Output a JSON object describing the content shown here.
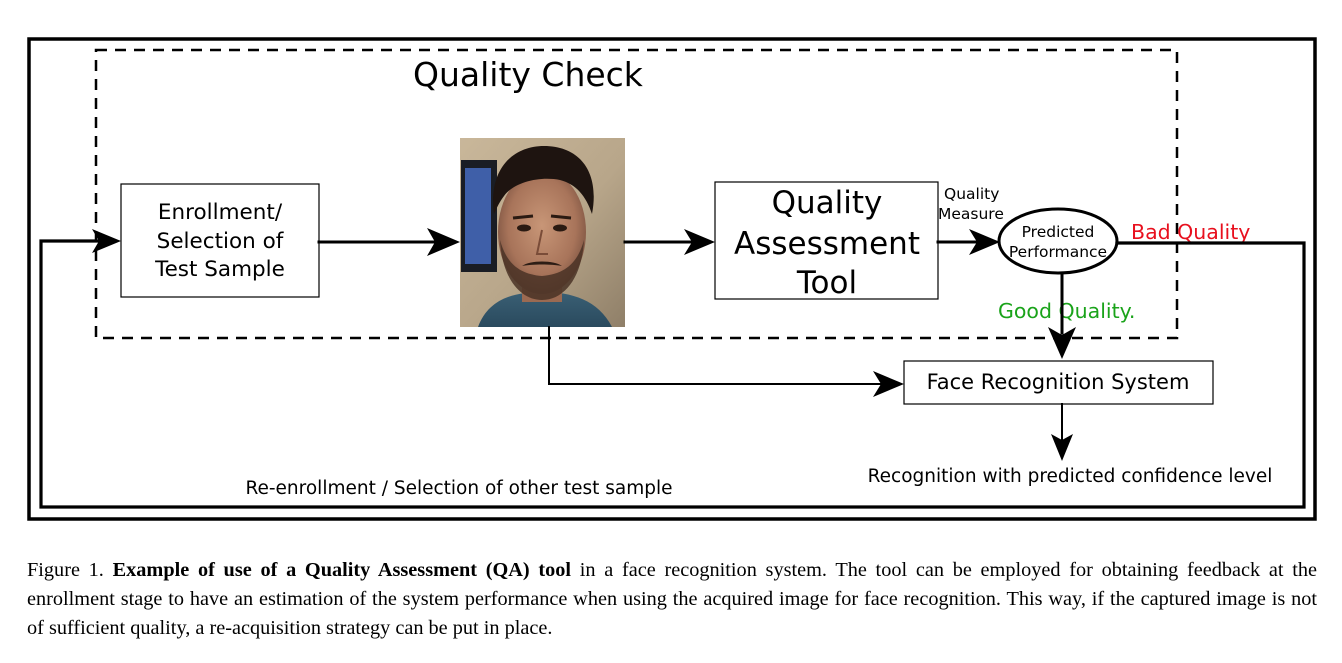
{
  "diagram": {
    "quality_check_title": "Quality Check",
    "enrollment_box": [
      "Enrollment/",
      "Selection of",
      "Test Sample"
    ],
    "qa_tool_box": [
      "Quality",
      "Assessment",
      "Tool"
    ],
    "quality_measure_label": [
      "Quality",
      "Measure"
    ],
    "predicted_performance": [
      "Predicted",
      "Performance"
    ],
    "bad_quality_label": "Bad Quality",
    "good_quality_label": "Good Quality.",
    "face_recognition_box": "Face Recognition System",
    "recognition_output": "Recognition with predicted confidence level",
    "reenrollment_label": "Re-enrollment / Selection of other test sample"
  },
  "colors": {
    "bad_quality": "#e8101e",
    "good_quality": "#1aa31a"
  },
  "caption": {
    "figure_label": "Figure 1.",
    "bold_text": "Example of use of a Quality Assessment (QA) tool",
    "body_text": "in a face recognition system.  The tool can be employed for obtaining feedback at the enrollment stage to have an estimation of the system performance when using the acquired image for face recognition. This way, if the captured image is not of sufficient quality, a re-acquisition strategy can be put in place."
  }
}
